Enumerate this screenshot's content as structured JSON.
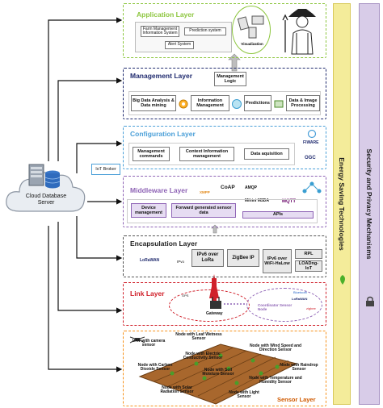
{
  "colors": {
    "application": "#8dc63f",
    "management": "#1f2a6e",
    "configuration": "#4a9fd8",
    "middleware": "#8e63b5",
    "encapsulation": "#555555",
    "link": "#d0202a",
    "sensor": "#f7931e",
    "energy_band": "#f4ec9a",
    "security_band": "#d8cce8"
  },
  "cloud": {
    "label": "Cloud Database Server"
  },
  "iot_broker": {
    "label": "IoT Broker"
  },
  "application_layer": {
    "title": "Application Layer",
    "items": [
      "Farm Management Information System",
      "Prediction system",
      "Alert System"
    ],
    "visualization": "Visualization"
  },
  "management_layer": {
    "title": "Management Layer",
    "logic": "Management Logic",
    "items": [
      "Big Data Analysis & Data mining",
      "Information Management",
      "Predictions",
      "Data & Image Processing"
    ]
  },
  "configuration_layer": {
    "title": "Configuration Layer",
    "items": [
      "Management commands",
      "Context Information management",
      "Data aquisition"
    ],
    "logos": [
      "FIWARE",
      "OGC"
    ]
  },
  "middleware_layer": {
    "title": "Middleware Layer",
    "protocols": [
      "XMPP",
      "CoAP",
      "AMQP",
      "Mihini M3DA",
      "MQTT"
    ],
    "items": [
      "Device management",
      "Forward generated sensor data",
      "APIs"
    ]
  },
  "encapsulation_layer": {
    "title": "Encapsulation Layer",
    "items": [
      "LoRaWAN",
      "IPv6 over LoRa",
      "ZigBee IP",
      "IPv6 over WiFi-HaLow",
      "RPL",
      "LOADng-IoT"
    ],
    "ipv6_logo": "IPvo"
  },
  "link_layer": {
    "title": "Link Layer",
    "gateway": "Gateway",
    "coordinator": "Coordinator Sensor Node",
    "tags": [
      "GPS",
      "Bluetooth",
      "LoRaWAN",
      "zigbee"
    ]
  },
  "sensor_layer": {
    "title": "Sensor Layer",
    "labels": [
      "UAV with camera sensor",
      "Node with Leaf Wetness Sensor",
      "Node with Wind Speed and Direction Sensor",
      "Node with Electric Conductivity Sensor",
      "Node with Carbon Dioxide Sensor",
      "Node with Soil Moisture Sensor",
      "Node with Raindrop Sensor",
      "Node with Temperature and Humidity Sensor",
      "Node with Solar Radiation Sensor",
      "Node with Light Sensor"
    ]
  },
  "side_bands": {
    "energy": "Energy Saving Technologies",
    "security": "Security and Privacy Mechanisms"
  }
}
